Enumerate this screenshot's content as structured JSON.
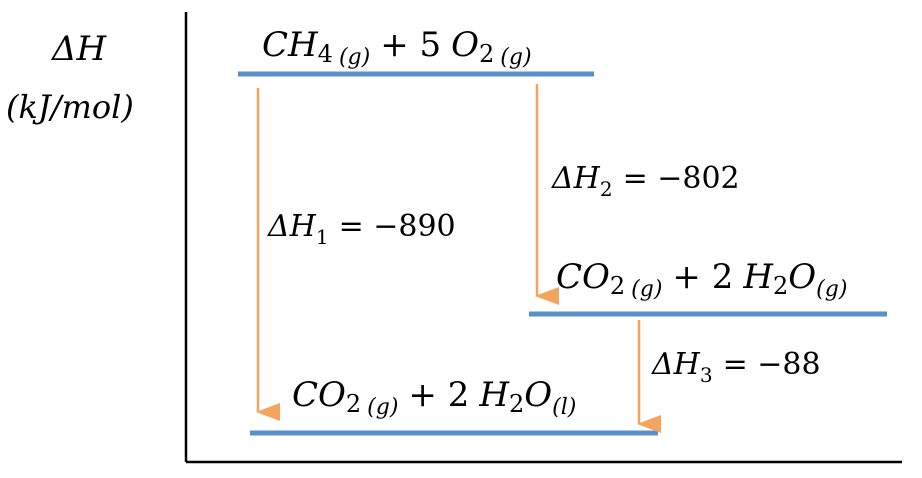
{
  "axis": {
    "label_line1": "ΔH",
    "label_line2": "(kJ/mol)"
  },
  "levels": {
    "reactants": {
      "label_main": "CH",
      "label_sub1": "4",
      "label_state1": "(g)",
      "label_plus": "+ 5",
      "label_o": "O",
      "label_sub2": "2",
      "label_state2": "(g)"
    },
    "intermediate": {
      "label_co": "CO",
      "label_sub1": "2",
      "label_state1": "(g)",
      "label_plus": "+ 2",
      "label_h": "H",
      "label_sub2": "2",
      "label_o": "O",
      "label_state2": "(g)"
    },
    "products": {
      "label_co": "CO",
      "label_sub1": "2",
      "label_state1": "(g)",
      "label_plus": "+ 2",
      "label_h": "H",
      "label_sub2": "2",
      "label_o": "O",
      "label_state2": "(l)"
    }
  },
  "transitions": {
    "dh1": {
      "symbol": "ΔH",
      "sub": "1",
      "eq": "= −890"
    },
    "dh2": {
      "symbol": "ΔH",
      "sub": "2",
      "eq": "= −802"
    },
    "dh3": {
      "symbol": "ΔH",
      "sub": "3",
      "eq": "= −88"
    }
  },
  "colors": {
    "level_line": "#5b8fc9",
    "arrow": "#f5a45d",
    "axis": "#000000",
    "text": "#000000"
  }
}
